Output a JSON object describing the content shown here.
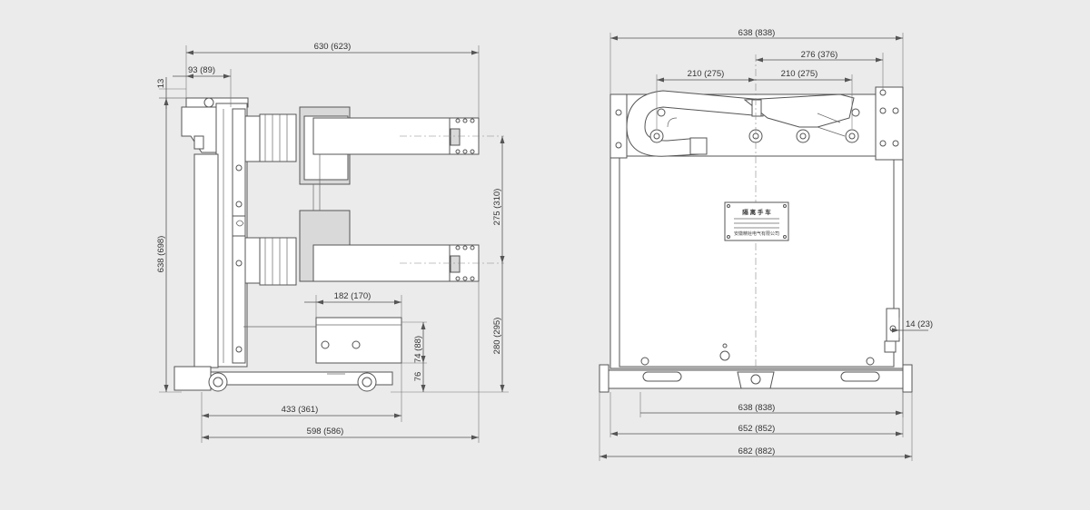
{
  "left_view": {
    "dim_overall_width": "630 (623)",
    "dim_top_offset": "93 (89)",
    "dim_top_small": "13",
    "dim_overall_height": "638 (698)",
    "dim_contact_spacing": "275 (310)",
    "dim_lower_contact_height": "280 (295)",
    "dim_bracket_width": "182 (170)",
    "dim_bracket_height": "74 (88)",
    "dim_wheel_height": "76",
    "dim_base_length": "433 (361)",
    "dim_total_length": "598 (586)"
  },
  "right_view": {
    "dim_overall_width": "638 (838)",
    "dim_arm_offset": "276 (376)",
    "dim_left_pivot": "210 (275)",
    "dim_right_pivot": "210 (275)",
    "dim_side_tab": "14 (23)",
    "dim_bottom_1": "638 (838)",
    "dim_bottom_2": "652 (852)",
    "dim_bottom_3": "682 (882)",
    "nameplate_title": "隔 离 手 车",
    "nameplate_footer": "安徽精铨电气有限公司"
  }
}
